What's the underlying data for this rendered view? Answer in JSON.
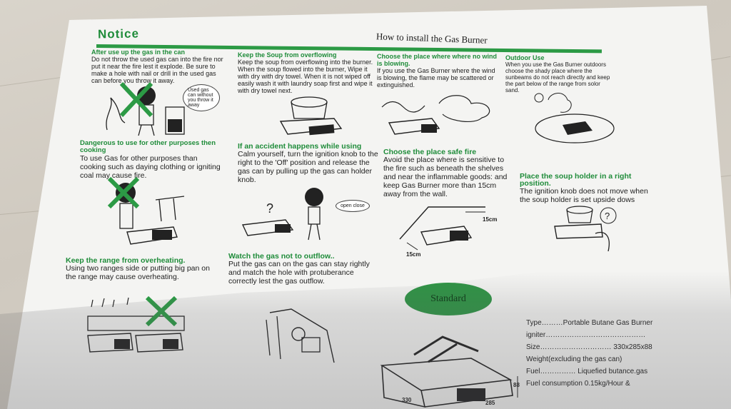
{
  "notice_title": "Notice",
  "install_title": "How to install the Gas Burner",
  "sections": [
    {
      "heading": "After use up the gas in the can",
      "body": "Do not throw the used gas can into the fire nor put it near the fire lest it explode. Be sure to make a hole with nail or drill in the used gas can before you throw it away."
    },
    {
      "heading": "Keep the Soup from overflowing",
      "body": "Keep the soup from overflowing into the burner. When the soup flowed into the burner, Wipe it with dry with dry towel. When it is not wiped off easily wash it with laundry soap first and wipe it with dry towel next."
    },
    {
      "heading": "Choose the place where where no wind is blowing.",
      "body": "If you use the Gas Burner where the wind is blowing, the flame may be scattered or extinguished."
    },
    {
      "heading": "Outdoor Use",
      "body": "When you use the Gas Burner outdoors choose the shady place where the sunbeams do not reach directly and keep the part below of the range from solor sand."
    },
    {
      "heading": "Dangerous to use for other purposes then cooking",
      "body": "To use Gas for other purposes than cooking such as daying clothing or igniting coal may cause fire."
    },
    {
      "heading": "If an accident happens while using",
      "body": "Calm yourself, turn the ignition knob to the right to the 'Off' position and release the gas can by pulling up the gas can holder knob."
    },
    {
      "heading": "Choose the place safe fire",
      "body": "Avoid the place where is sensitive to the fire such as beneath the shelves and near the inflammable goods: and keep Gas Burner more than 15cm away from the wall."
    },
    {
      "heading": "Place the soup holder in a right position.",
      "body": "The ignition knob does not move when the soup holder is set upside dows"
    },
    {
      "heading": "Keep the range from overheating.",
      "body": "Using two ranges side or putting big pan on the range may cause overheating."
    },
    {
      "heading": "Watch the gas not to outflow..",
      "body": "Put the gas can on the gas can stay rightly and match the hole with protuberance correctly lest the gas outflow."
    }
  ],
  "speech_bubble": "Used gas can without you throw it away",
  "open_close_label": "open close",
  "dim_labels": {
    "wall_a": "15cm",
    "wall_b": "15cm",
    "height": "88",
    "width": "330",
    "depth": "285"
  },
  "standard_label": "Standard",
  "specs": [
    "Type………Portable Butane Gas Burner",
    "igniter……………………………………",
    "Size………………………… 330x285x88",
    "Weight(excluding the gas can)",
    "Fuel…………… Liquefied butance.gas",
    "Fuel consumption 0.15kg/Hour &"
  ],
  "colors": {
    "accent_green": "#2c9a45",
    "paper": "#f4f4f2"
  }
}
